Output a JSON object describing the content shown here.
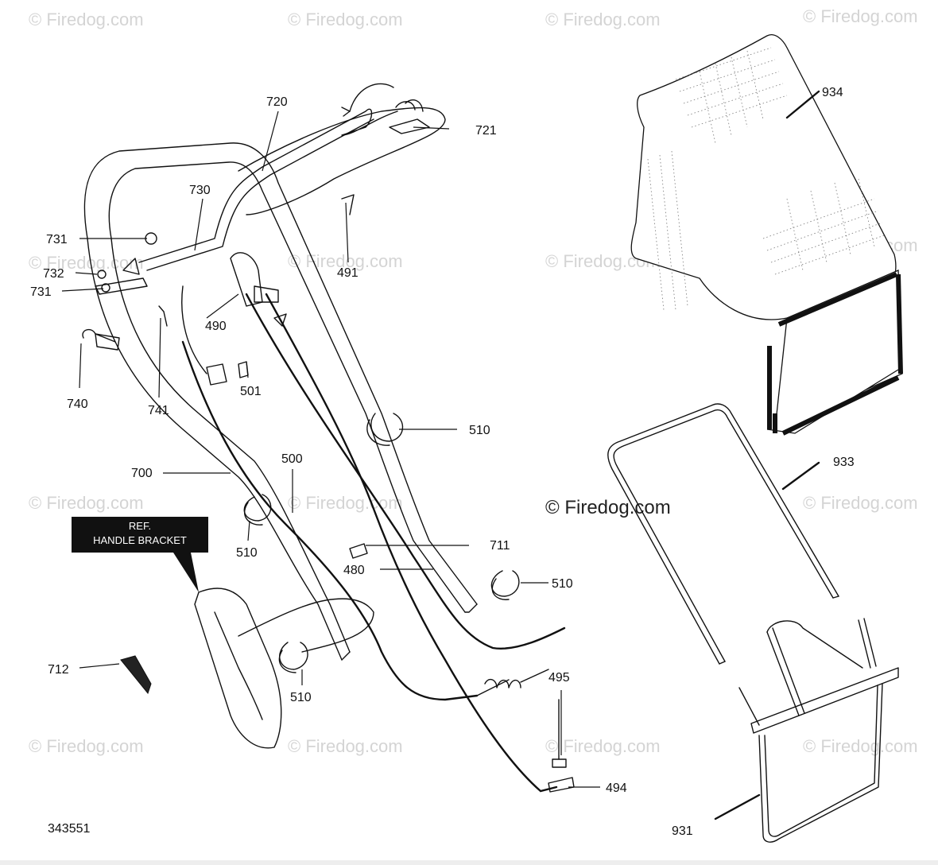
{
  "diagram": {
    "figure_number": "343551",
    "watermark_text": "© Firedog.com",
    "ref_label_line1": "REF.",
    "ref_label_line2": "HANDLE BRACKET",
    "callouts": {
      "c720": "720",
      "c721": "721",
      "c730": "730",
      "c731a": "731",
      "c731b": "731",
      "c732": "732",
      "c740": "740",
      "c741": "741",
      "c490": "490",
      "c491": "491",
      "c501": "501",
      "c500": "500",
      "c510a": "510",
      "c510b": "510",
      "c510c": "510",
      "c510d": "510",
      "c700": "700",
      "c711": "711",
      "c480": "480",
      "c712": "712",
      "c495": "495",
      "c494": "494",
      "c934": "934",
      "c933": "933",
      "c931": "931"
    },
    "colors": {
      "ink": "#111111",
      "watermark": "#d4d4d4",
      "label_bg": "#111111"
    }
  }
}
